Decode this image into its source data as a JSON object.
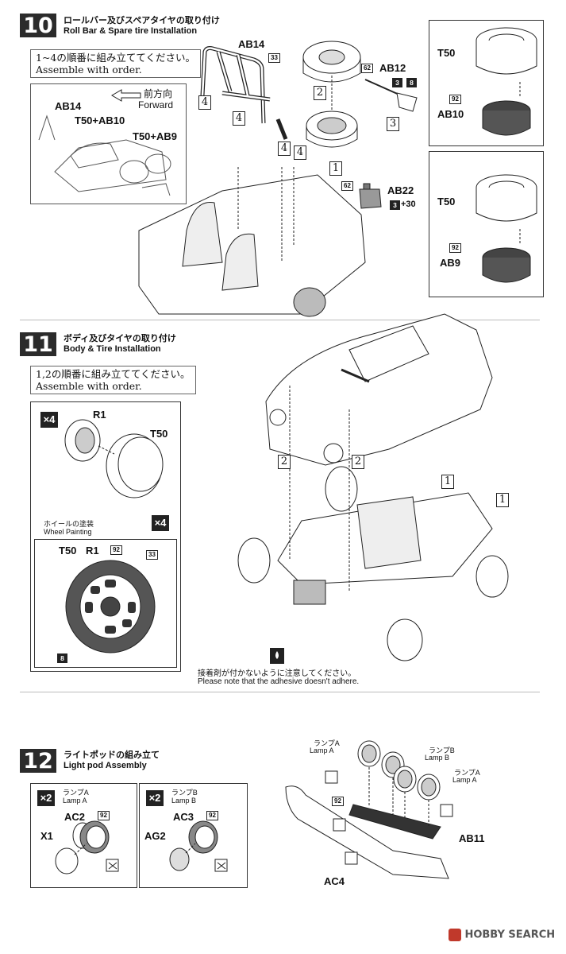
{
  "steps": [
    {
      "number": "10",
      "title_jp": "ロールバー及びスペアタイヤの取り付け",
      "title_en": "Roll Bar & Spare tire Installation"
    },
    {
      "number": "11",
      "title_jp": "ボディ及びタイヤの取り付け",
      "title_en": "Body & Tire Installation"
    },
    {
      "number": "12",
      "title_jp": "ライトポッドの組み立て",
      "title_en": "Light pod Assembly"
    }
  ],
  "step10": {
    "note_jp": "1~4の順番に組み立ててください。",
    "note_en": "Assemble with order.",
    "forward_jp": "前方向",
    "forward_en": "Forward",
    "inset_labels": [
      "AB14",
      "T50+AB10",
      "T50+AB9"
    ],
    "rollbar_label": "AB14",
    "rollbar_paint": "33",
    "order_marks": [
      "4",
      "4",
      "4",
      "4",
      "2",
      "3",
      "1"
    ],
    "jack_label": "AB12",
    "jack_paint": "62",
    "jack_paint2": [
      "3",
      "8"
    ],
    "can_label": "AB22",
    "can_paint": "62",
    "can_paint2": "3",
    "can_paint3": "+30",
    "tire_top": {
      "tire": "T50",
      "paint": "92",
      "wheel": "AB10"
    },
    "tire_bottom": {
      "tire": "T50",
      "paint": "92",
      "wheel": "AB9"
    }
  },
  "step11": {
    "note_jp": "1,2の順番に組み立ててください。",
    "note_en": "Assemble with order.",
    "qty": "×4",
    "wheel_label": "R1",
    "tire_label": "T50",
    "painting_jp": "ホイールの塗装",
    "painting_en": "Wheel Painting",
    "painting_qty": "×4",
    "painting_labels": [
      "T50",
      "R1",
      "92",
      "33",
      "8"
    ],
    "order_marks": [
      "2",
      "2",
      "1",
      "1"
    ],
    "adhesive_jp": "接着剤が付かないように注意してください。",
    "adhesive_en": "Please note that the adhesive doesn't adhere."
  },
  "step12": {
    "left": {
      "qty": "×2",
      "name_jp": "ランプA",
      "name_en": "Lamp A",
      "part": "AC2",
      "paint": "92",
      "lens": "X1"
    },
    "right": {
      "qty": "×2",
      "name_jp": "ランプB",
      "name_en": "Lamp B",
      "part": "AC3",
      "paint": "92",
      "lens": "AG2"
    },
    "main": {
      "lamp_a1_jp": "ランプA",
      "lamp_a1_en": "Lamp A",
      "lamp_b_jp": "ランプB",
      "lamp_b_en": "Lamp B",
      "lamp_a2_jp": "ランプA",
      "lamp_a2_en": "Lamp A",
      "paint": "92",
      "bar": "AB11",
      "bumper": "AC4"
    }
  },
  "watermark": "HOBBY SEARCH"
}
